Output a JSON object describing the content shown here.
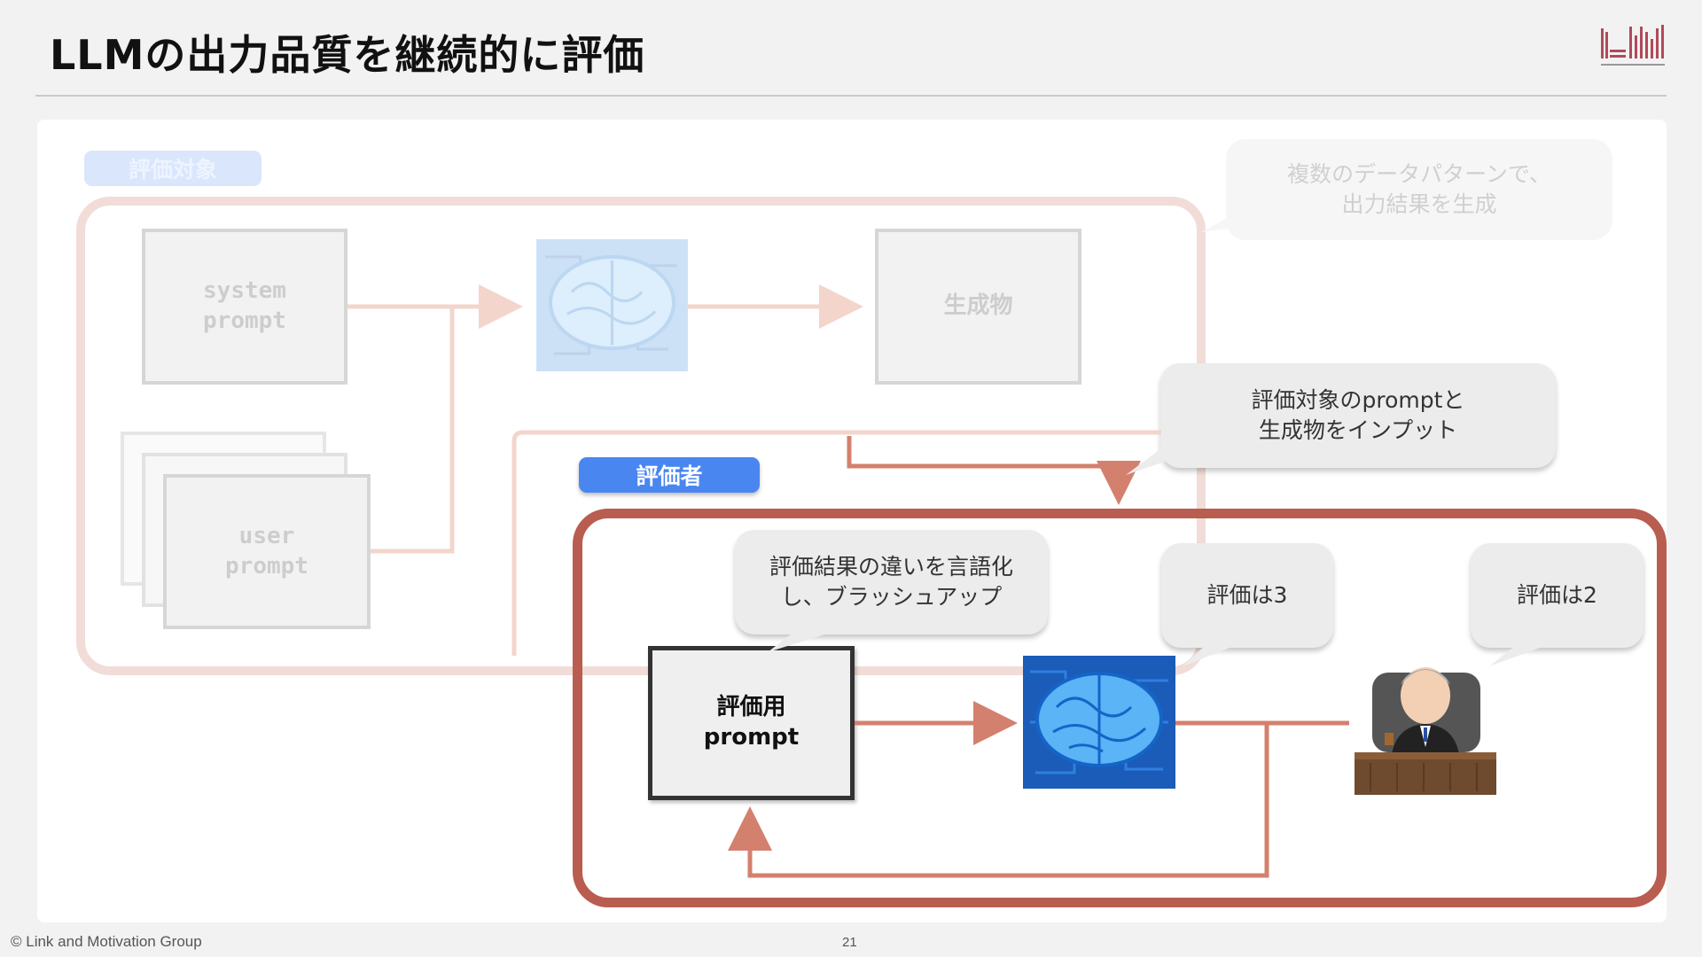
{
  "header": {
    "title": "LLMの出力品質を継続的に評価"
  },
  "target_section": {
    "tag": "評価対象",
    "system_prompt_label": "system\nprompt",
    "user_prompt_label": "user\nprompt",
    "output_label": "生成物",
    "note": "複数のデータパターンで、\n出力結果を生成"
  },
  "evaluator_section": {
    "tag": "評価者",
    "input_note": "評価対象のpromptと\n生成物をインプット",
    "brushup_note": "評価結果の違いを言語化\nし、ブラッシュアップ",
    "eval_prompt_label": "評価用\nprompt",
    "llm_score": "評価は3",
    "human_score": "評価は2"
  },
  "icons": {
    "logo": "lmg-logo-icon",
    "llm": "brain-chip-icon",
    "human": "judge-icon"
  },
  "colors": {
    "evaluator_frame": "#b95d50",
    "arrow": "#d4806e",
    "target_frame_faded": "#f1dcd7",
    "tag_active": "#4a86f0"
  },
  "footer": {
    "copyright": "© Link and Motivation Group",
    "page": "21"
  }
}
